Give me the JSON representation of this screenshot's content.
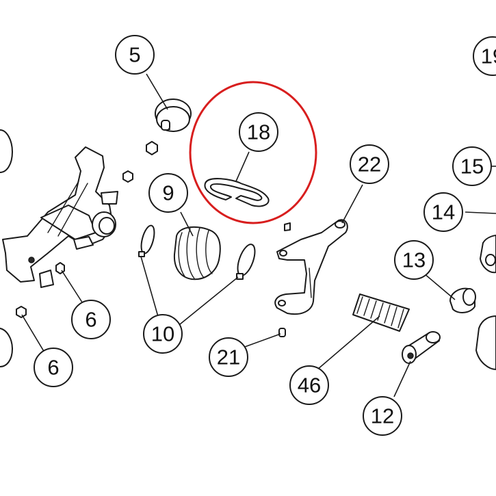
{
  "colors": {
    "highlight": "#d81e1e",
    "line": "#1a1a1a",
    "background": "#ffffff"
  },
  "highlighted_part": "18",
  "callouts": {
    "c5": "5",
    "c19": "19",
    "c18": "18",
    "c9": "9",
    "c22": "22",
    "c15": "15",
    "c14": "14",
    "c13": "13",
    "c6a": "6",
    "c6b": "6",
    "c10": "10",
    "c21": "21",
    "c46": "46",
    "c12": "12"
  }
}
